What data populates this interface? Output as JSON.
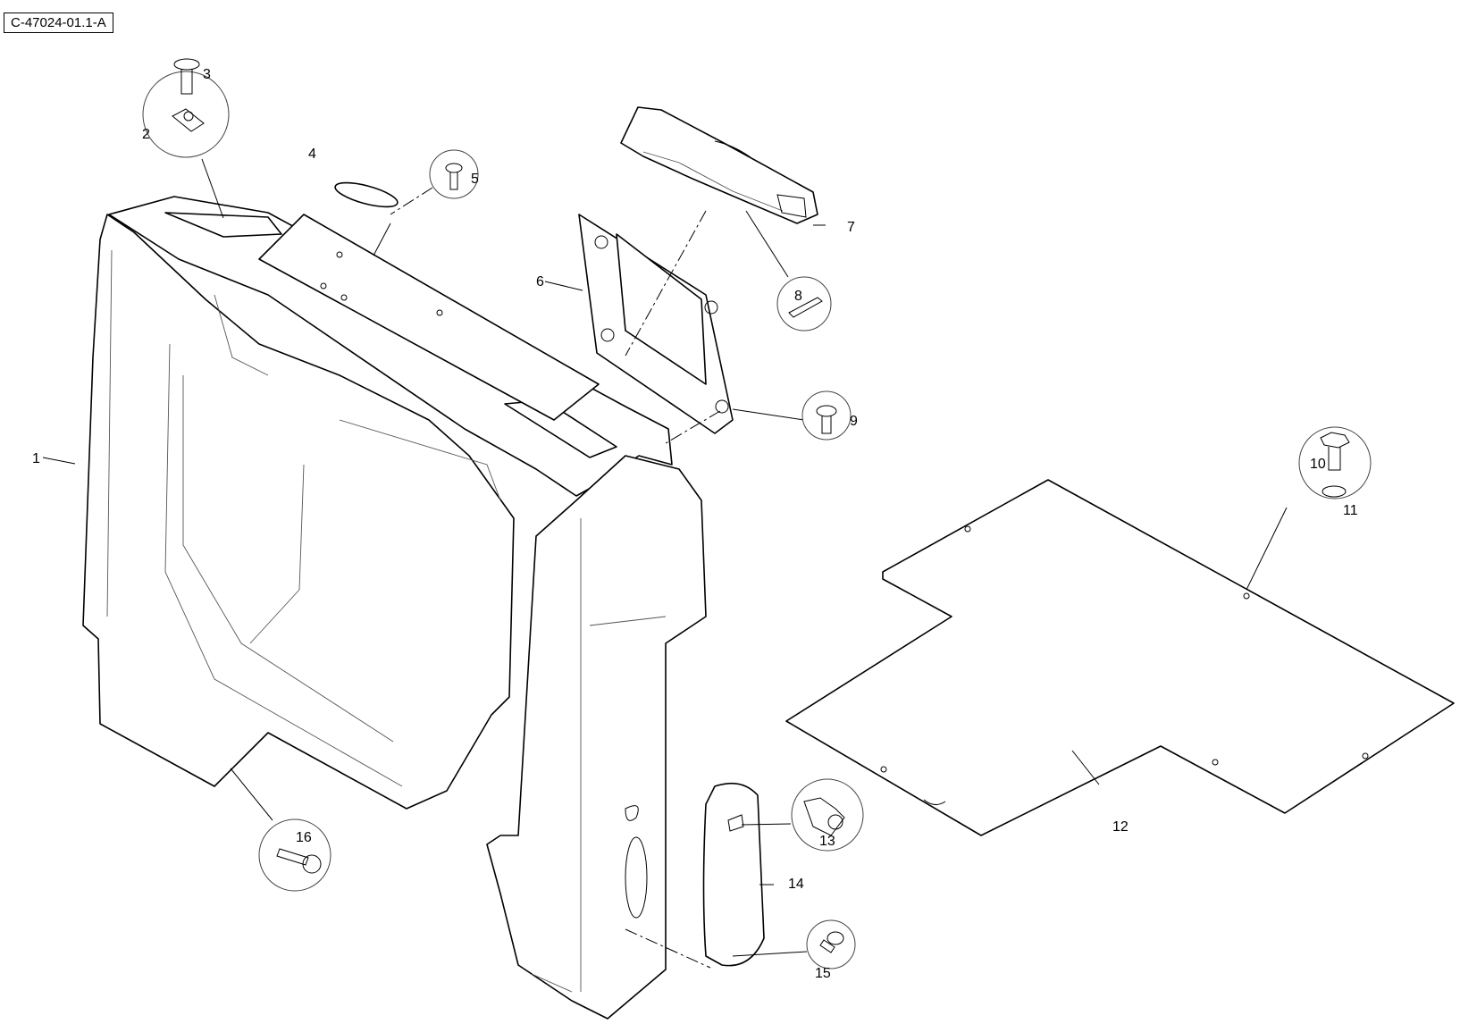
{
  "diagram": {
    "id": "C-47024-01.1-A"
  },
  "callouts": [
    "1",
    "2",
    "3",
    "4",
    "5",
    "6",
    "7",
    "8",
    "9",
    "10",
    "11",
    "12",
    "13",
    "14",
    "15",
    "16"
  ]
}
